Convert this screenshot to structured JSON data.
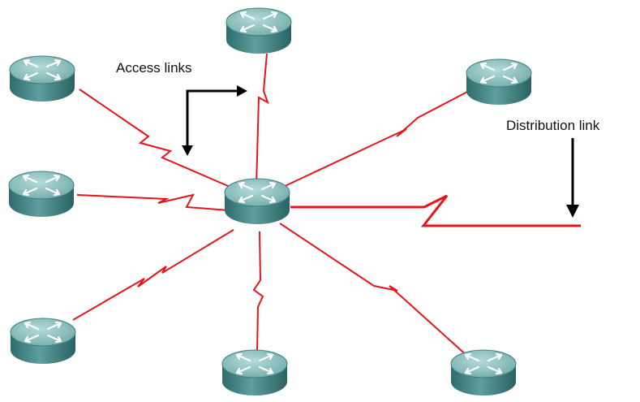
{
  "labels": {
    "access_links": "Access links",
    "distribution_link": "Distribution link"
  },
  "colors": {
    "link": "#e8141c",
    "router_top": "#8fc2bf",
    "router_side": "#3d7f80",
    "router_mark": "#ffffff",
    "arrow": "#000000"
  },
  "routers": [
    {
      "id": "hub",
      "role": "hub"
    },
    {
      "id": "top",
      "role": "spoke"
    },
    {
      "id": "top-left",
      "role": "spoke"
    },
    {
      "id": "top-right",
      "role": "spoke"
    },
    {
      "id": "left",
      "role": "spoke"
    },
    {
      "id": "bottom-left",
      "role": "spoke"
    },
    {
      "id": "bottom",
      "role": "spoke"
    },
    {
      "id": "bottom-right",
      "role": "spoke"
    }
  ]
}
